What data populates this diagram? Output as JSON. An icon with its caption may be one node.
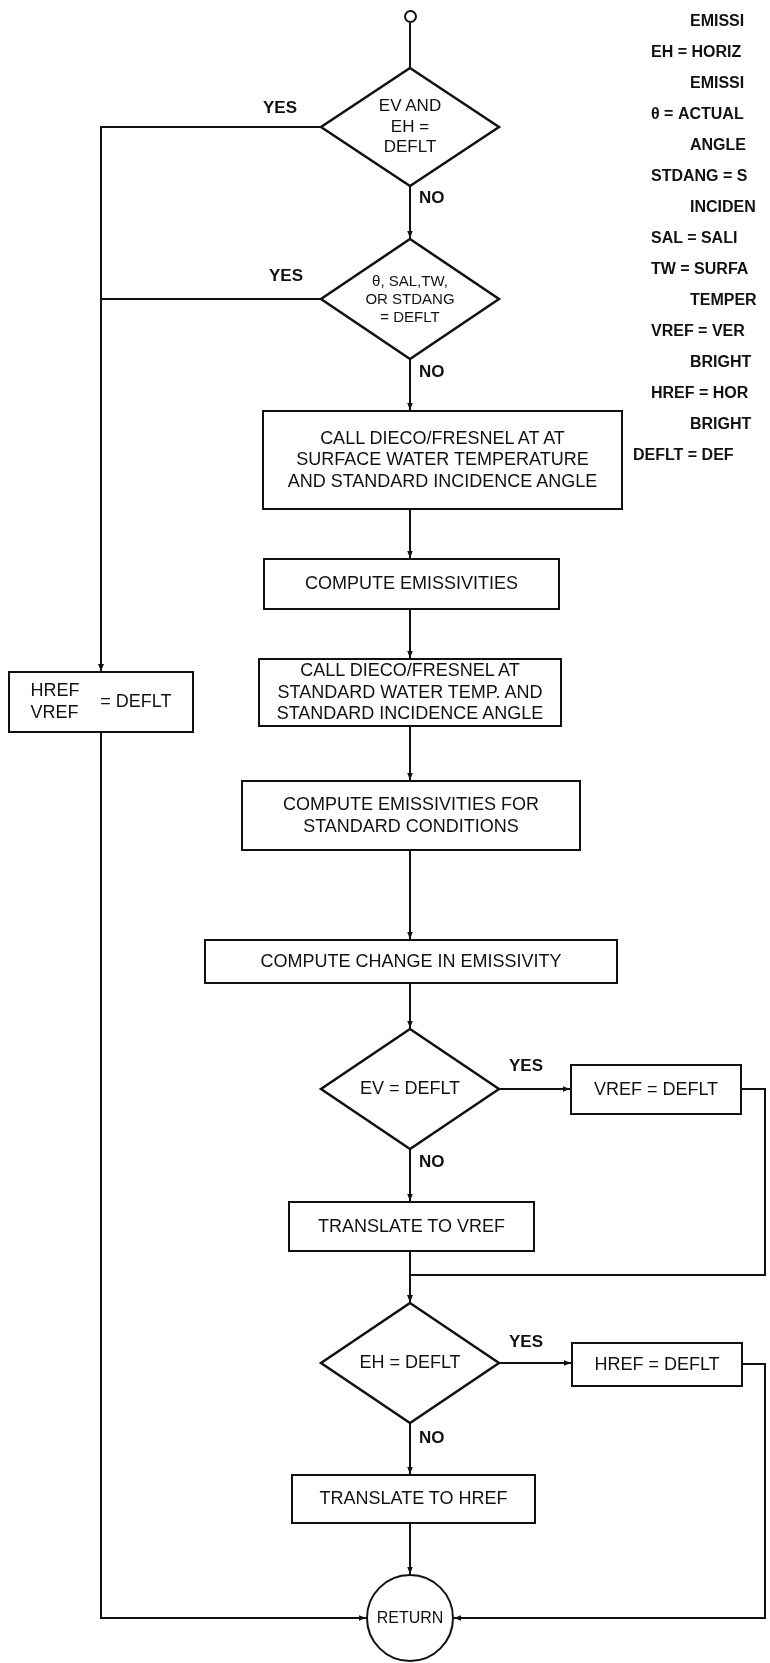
{
  "diagram": {
    "nodes": [
      {
        "text": [],
        "shape": "circle"
      },
      {
        "text": [
          "EV AND EH = DEFLT"
        ]
      },
      {
        "text": [
          "θ, SAL,TW, OR STDANG = DEFLT"
        ]
      },
      {
        "text": [
          "CALL DIECO/FRESNEL AT AT SURFACE WATER TEMPERATURE AND STANDARD INCIDENCE ANGLE"
        ]
      },
      {
        "text": [
          "COMPUTE EMISSIVITIES"
        ]
      },
      {
        "text": [
          "CALL DIECO/FRESNEL AT STANDARD WATER TEMP. AND STANDARD INCIDENCE ANGLE"
        ]
      },
      {
        "text": [
          "COMPUTE EMISSIVITIES FOR STANDARD CONDITIONS"
        ]
      },
      {
        "text": [
          "COMPUTE CHANGE IN EMISSIVITY"
        ]
      },
      {
        "text": [
          "EV = DEFLT"
        ]
      },
      {
        "text": [
          "VREF = DEFLT"
        ]
      },
      {
        "text": [
          "TRANSLATE TO VREF"
        ]
      },
      {
        "text": [
          "EH = DEFLT"
        ]
      },
      {
        "text": [
          "HREF = DEFLT"
        ]
      },
      {
        "text": [
          "TRANSLATE TO HREF"
        ]
      },
      {
        "text": [
          "RETURN"
        ]
      },
      {
        "text": [
          "HREF VREF",
          "= DEFLT"
        ]
      }
    ],
    "edges": [
      {
        "from": 0,
        "to": 1,
        "arrow": "none"
      },
      {
        "from": 1,
        "to": 15,
        "arrow": "to",
        "label": "YES"
      },
      {
        "from": 1,
        "to": 2,
        "arrow": "to",
        "label": "NO"
      },
      {
        "from": 2,
        "to": 15,
        "arrow": "to",
        "label": "YES"
      },
      {
        "from": 2,
        "to": 3,
        "arrow": "to",
        "label": "NO"
      },
      {
        "from": 3,
        "to": 4,
        "arrow": "to"
      },
      {
        "from": 4,
        "to": 5,
        "arrow": "to"
      },
      {
        "from": 5,
        "to": 6,
        "arrow": "to"
      },
      {
        "from": 6,
        "to": 7,
        "arrow": "to"
      },
      {
        "from": 7,
        "to": 8,
        "arrow": "to"
      },
      {
        "from": 8,
        "to": 9,
        "arrow": "to",
        "label": "YES"
      },
      {
        "from": 8,
        "to": 10,
        "arrow": "to",
        "label": "NO"
      },
      {
        "from": 10,
        "to": 11,
        "arrow": "to"
      },
      {
        "from": 9,
        "to": 11,
        "arrow": "to"
      },
      {
        "from": 11,
        "to": 12,
        "arrow": "to",
        "label": "YES"
      },
      {
        "from": 11,
        "to": 13,
        "arrow": "to",
        "label": "NO"
      },
      {
        "from": 13,
        "to": 14,
        "arrow": "to"
      },
      {
        "from": 12,
        "to": 14,
        "arrow": "to"
      },
      {
        "from": 15,
        "to": 14,
        "arrow": "to"
      }
    ],
    "labels": [
      "EMISSI",
      "EH = HORIZ",
      "EMISSI",
      "θ = ACTUAL",
      "ANGLE",
      "STDANG = S",
      "INCIDEN",
      "SAL = SALI",
      "TW = SURFA",
      "TEMPER",
      "VREF = VER",
      "BRIGHT",
      "HREF = HOR",
      "BRIGHT",
      "DEFLT = DEF"
    ]
  }
}
